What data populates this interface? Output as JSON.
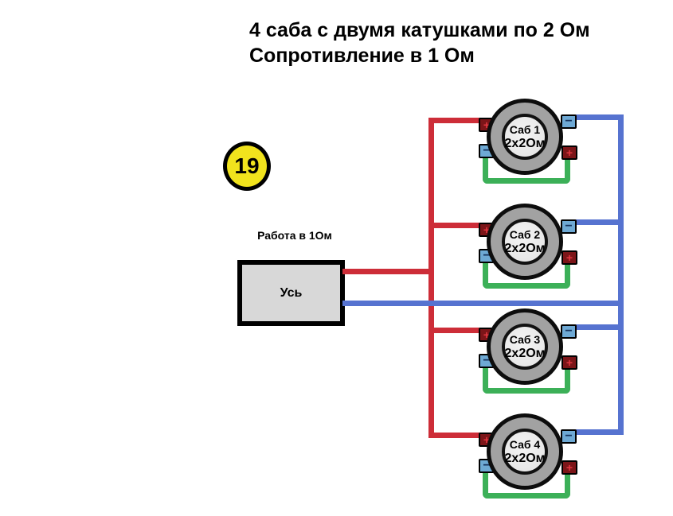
{
  "title": {
    "line1": "4 саба с двумя катушками по 2 Ом",
    "line2": "Сопротивление в 1 Ом"
  },
  "badge": {
    "number": "19"
  },
  "amplifier": {
    "label": "Усь",
    "mode_label": "Работа в 1Ом"
  },
  "subs": [
    {
      "name": "Саб 1",
      "coils": "2х2Ом"
    },
    {
      "name": "Саб 2",
      "coils": "2х2Ом"
    },
    {
      "name": "Саб 3",
      "coils": "2х2Ом"
    },
    {
      "name": "Саб 4",
      "coils": "2х2Ом"
    }
  ],
  "terminals": {
    "positive_symbol": "+",
    "negative_symbol": "−"
  },
  "colors": {
    "positive_wire": "#cd2d38",
    "negative_wire": "#5673d0",
    "series_jumper_wire": "#3cb058",
    "badge_fill": "#f1e31d",
    "amp_fill": "#d8d8d8",
    "speaker_ring": "#a2a2a2",
    "positive_terminal": "#7c1518",
    "negative_terminal": "#6ea9d4"
  }
}
